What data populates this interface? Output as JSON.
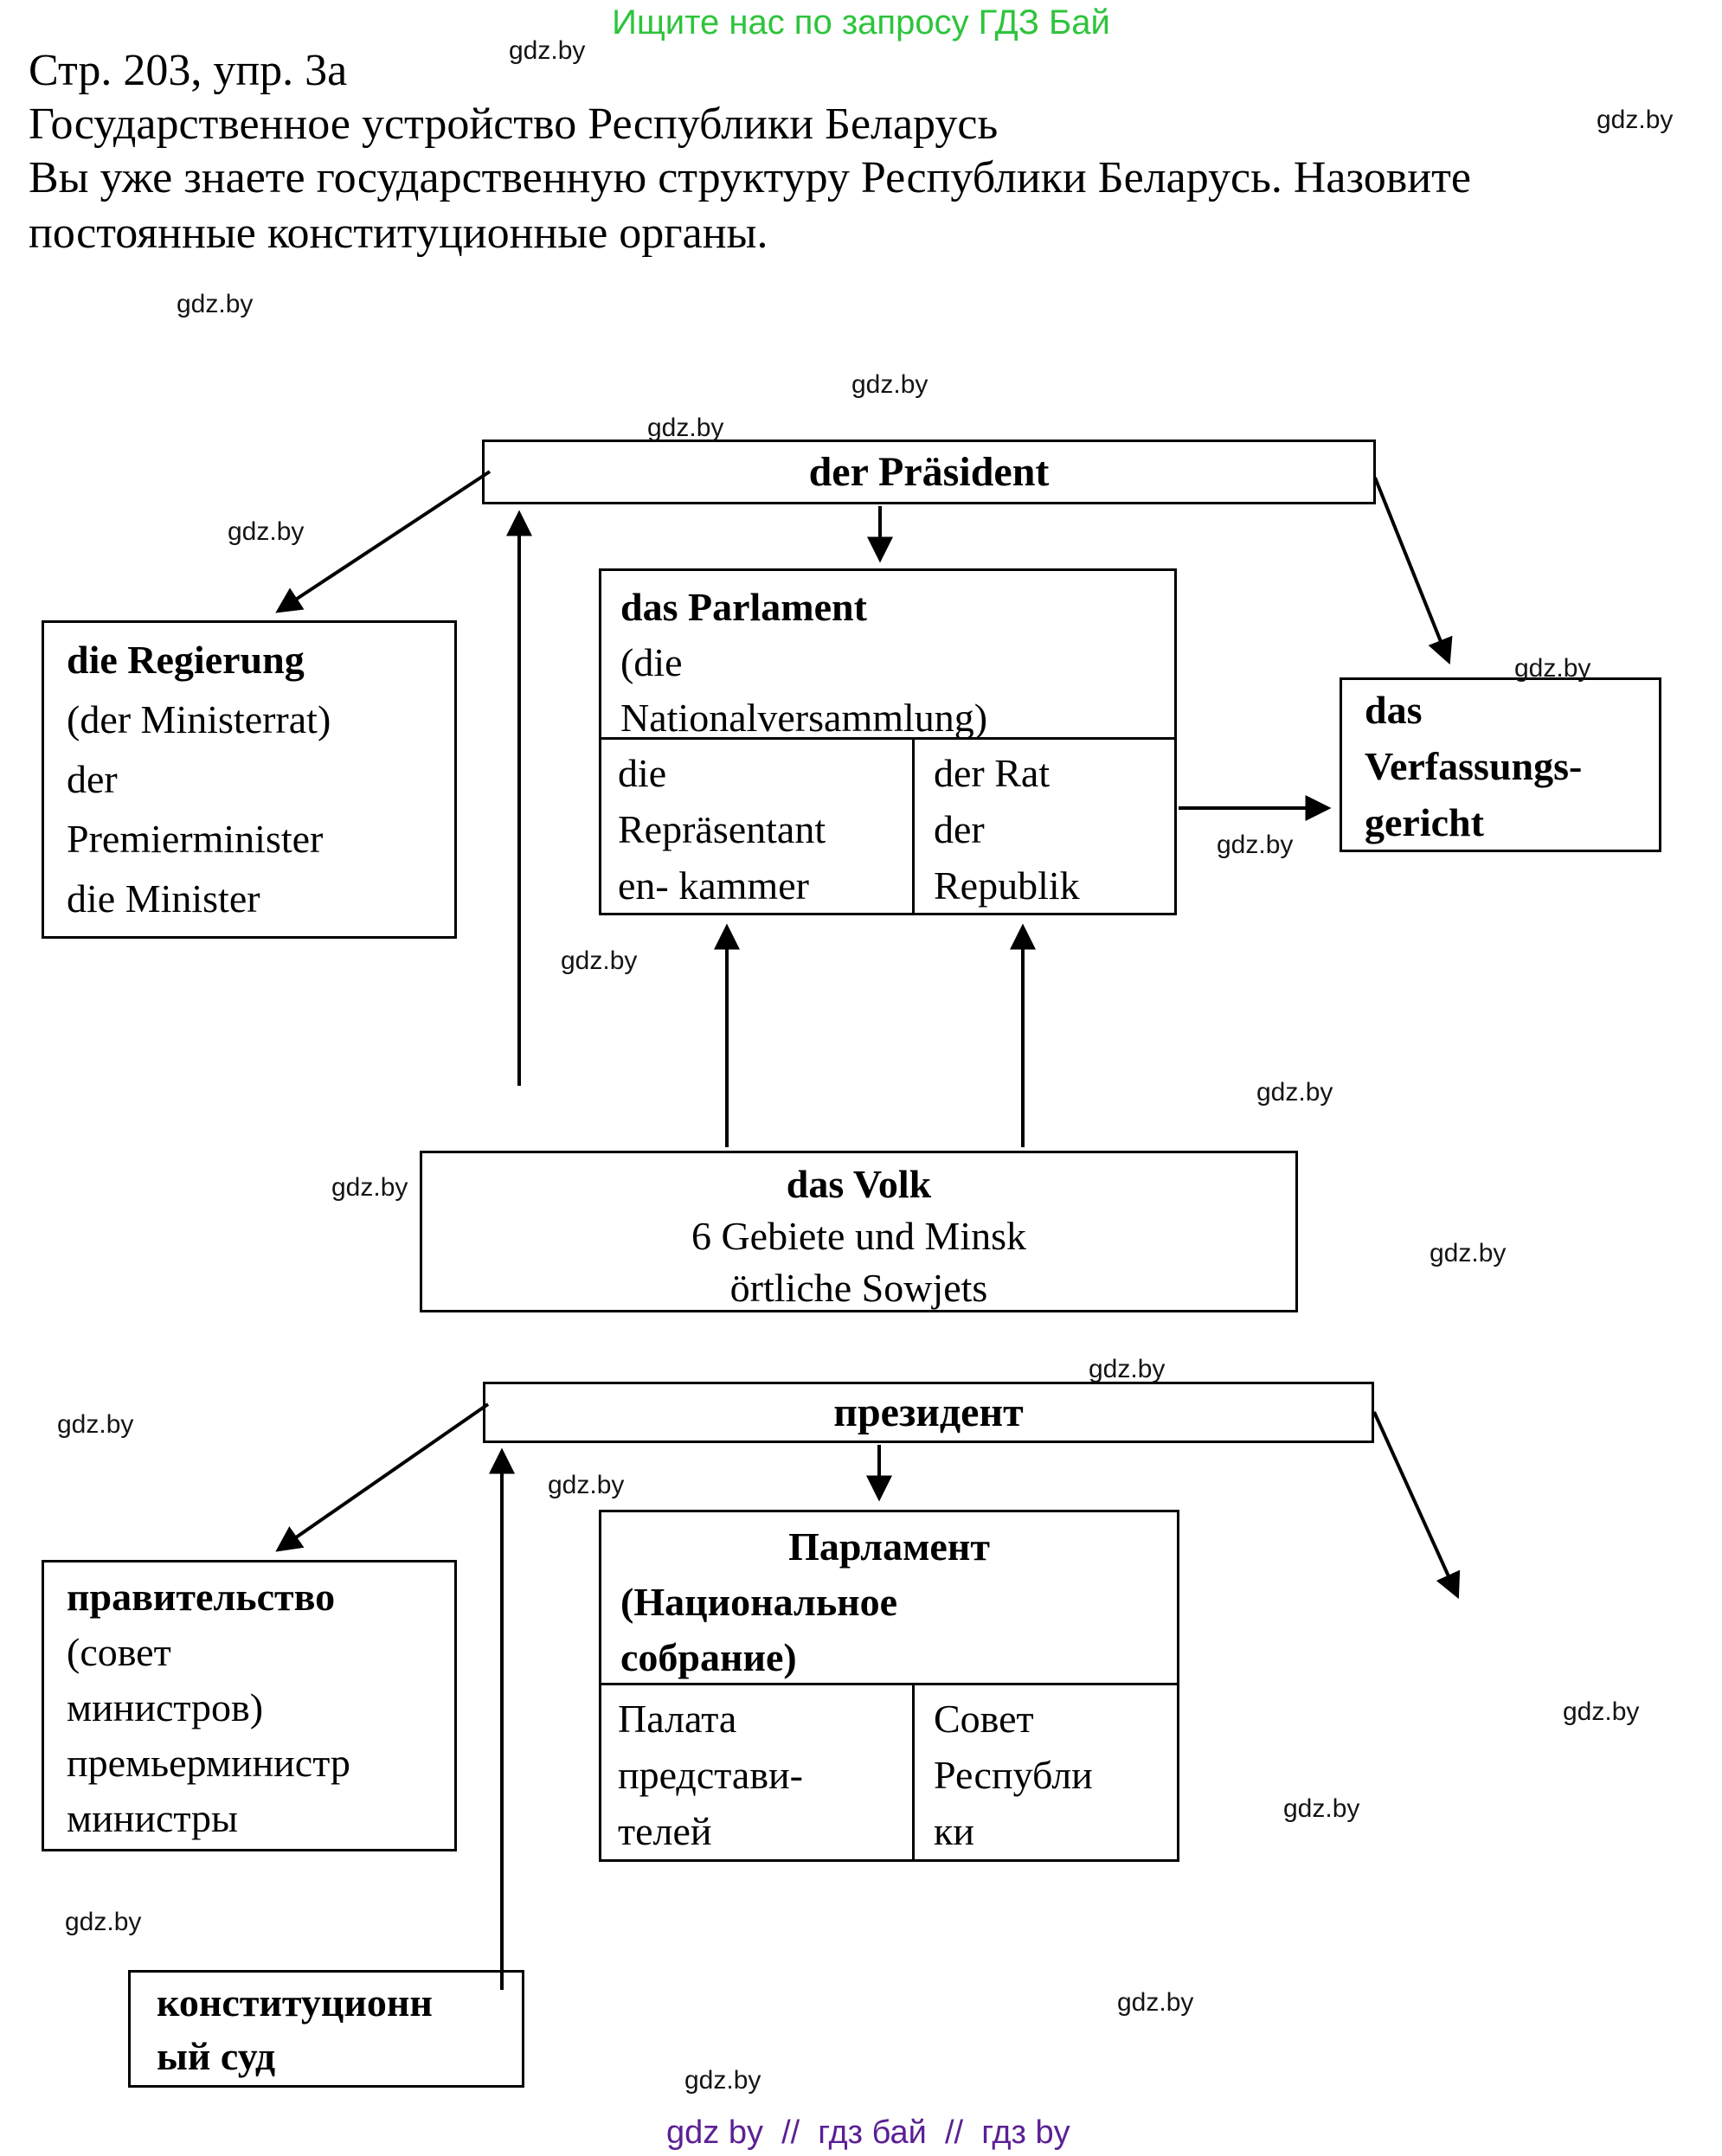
{
  "banner": {
    "text": "Ищите нас по запросу ГДЗ Бай",
    "color": "#2ec43c"
  },
  "header": {
    "line1": "Стр. 203, упр. 3а",
    "line2": "Государственное устройство Республики Беларусь",
    "line3": "Вы уже знаете государственную структуру Республики Беларусь. Назовите",
    "line4": "постоянные конституционные органы."
  },
  "watermark": {
    "label": "gdz.by"
  },
  "footer": {
    "text": "gdz by  //  гдз бай  //  гдз by",
    "color": "#5b2094"
  },
  "diagram_de": {
    "president_label": "der Präsident",
    "government": {
      "title": "die Regierung",
      "lines": [
        "(der Ministerrat)",
        "der",
        "Premierminister",
        "die Minister"
      ]
    },
    "parliament": {
      "title": "das Parlament",
      "subtitle1": "(die",
      "subtitle2": "Nationalversammlung)",
      "left_cell": [
        "die",
        "Repräsentant",
        "en- kammer"
      ],
      "right_cell": [
        "der Rat",
        "der",
        "Republik"
      ]
    },
    "court": {
      "lines": [
        "das",
        "Verfassungs-",
        "gericht"
      ]
    },
    "people": {
      "lines": [
        "das Volk",
        "6 Gebiete und Minsk",
        "örtliche Sowjets"
      ]
    }
  },
  "diagram_ru": {
    "president_label": "президент",
    "government": {
      "title": "правительство",
      "lines": [
        "(совет",
        "министров)",
        "премьерминистр",
        "министры"
      ]
    },
    "parliament": {
      "title": "Парламент",
      "subtitle1": "(Национальное",
      "subtitle2": "собрание)",
      "left_cell": [
        "Палата",
        "представи-",
        "телей"
      ],
      "right_cell": [
        "Совет",
        "Республи",
        "ки"
      ]
    },
    "court": {
      "lines": [
        "конституционн",
        "ый суд"
      ]
    }
  }
}
